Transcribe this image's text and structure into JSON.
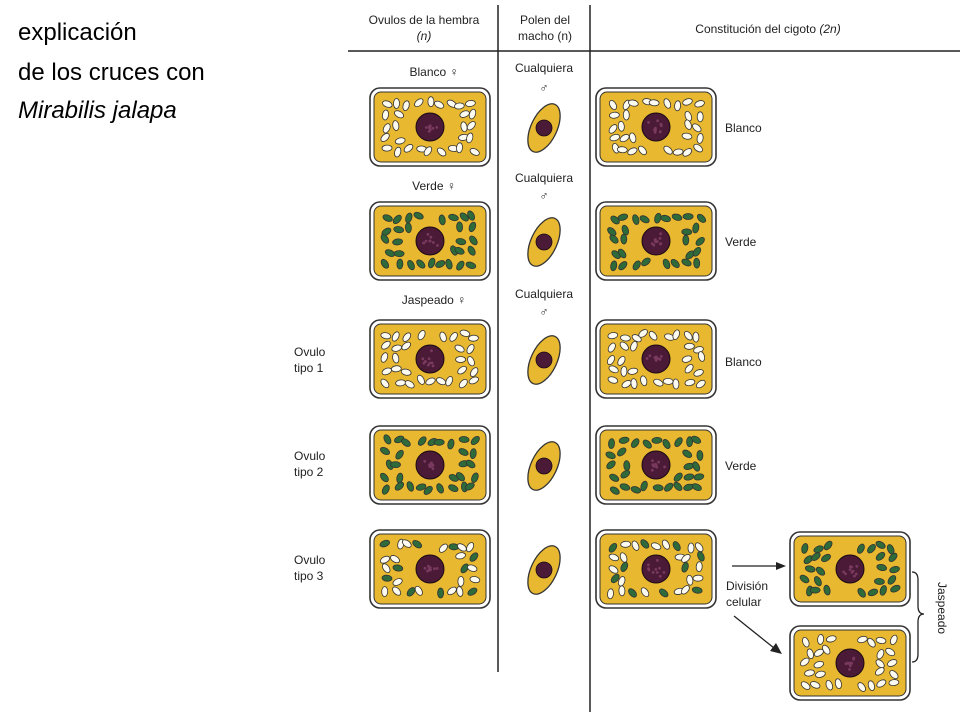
{
  "title": {
    "line1": "explicación",
    "line2": "de los cruces con",
    "line3": "Mirabilis jalapa"
  },
  "headers": {
    "ovulos_line1": "Ovulos de la hembra",
    "ovulos_line2": "(n)",
    "polen_line1": "Polen del",
    "polen_line2": "macho (n)",
    "cigoto_text": "Constitución del cigoto",
    "cigoto_ploidy": "(2n)"
  },
  "rows": [
    {
      "female_label": "Blanco ♀",
      "male_label_1": "Cualquiera",
      "male_label_2": "♂",
      "side_label_1": "",
      "side_label_2": "",
      "result": "Blanco",
      "ovule_type": "white",
      "zygote_type": "white"
    },
    {
      "female_label": "Verde ♀",
      "male_label_1": "Cualquiera",
      "male_label_2": "♂",
      "side_label_1": "",
      "side_label_2": "",
      "result": "Verde",
      "ovule_type": "green",
      "zygote_type": "green"
    },
    {
      "female_label": "Jaspeado ♀",
      "male_label_1": "Cualquiera",
      "male_label_2": "♂",
      "side_label_1": "Ovulo",
      "side_label_2": "tipo 1",
      "result": "Blanco",
      "ovule_type": "white",
      "zygote_type": "white"
    },
    {
      "female_label": "",
      "male_label_1": "",
      "male_label_2": "",
      "side_label_1": "Ovulo",
      "side_label_2": "tipo 2",
      "result": "Verde",
      "ovule_type": "green",
      "zygote_type": "green"
    },
    {
      "female_label": "",
      "male_label_1": "",
      "male_label_2": "",
      "side_label_1": "Ovulo",
      "side_label_2": "tipo 3",
      "result": "",
      "ovule_type": "mixed",
      "zygote_type": "mixed"
    }
  ],
  "division": {
    "line1": "División",
    "line2": "celular"
  },
  "jaspeado_label": "Jaspeado",
  "colors": {
    "cytoplasm": "#e8b830",
    "cell_wall": "#ffffff",
    "cell_outline": "#333333",
    "plastid_white": "#fdfbf0",
    "plastid_green": "#2f6a3a",
    "nucleus": "#4a1a36",
    "nucleus_speckle": "#7a3a60",
    "lines": "#222222"
  }
}
